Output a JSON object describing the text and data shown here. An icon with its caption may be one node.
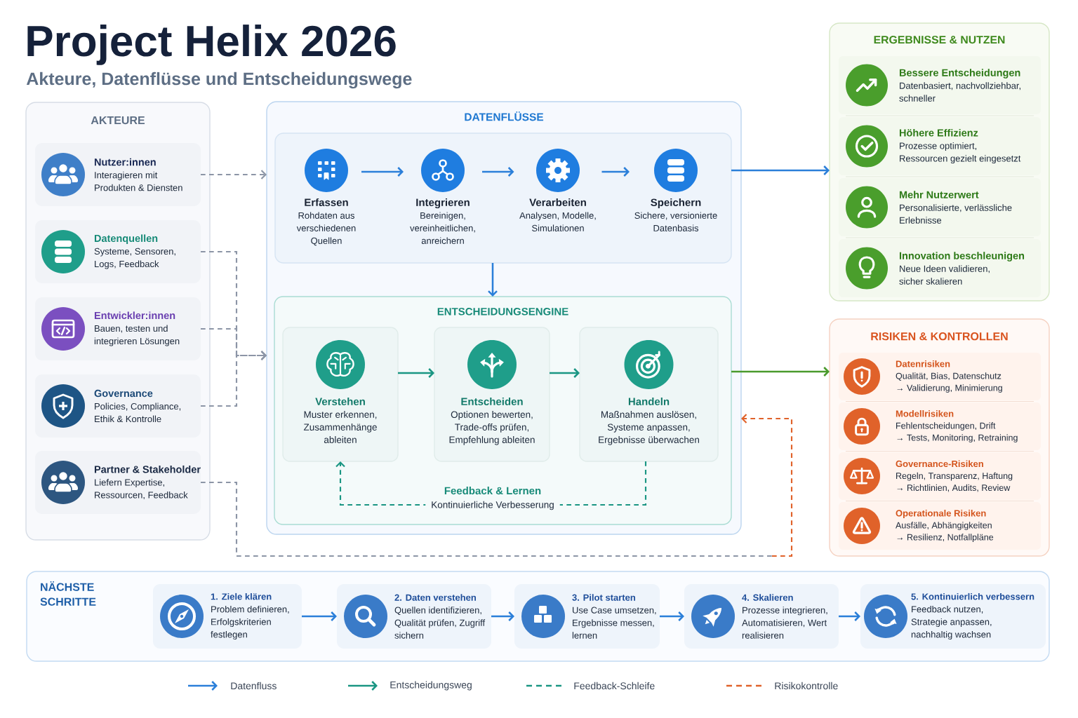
{
  "diagram": {
    "title": "Project Helix 2026",
    "nodes": [
      {
        "text": [
          "AKTEURE"
        ]
      },
      {
        "text": [
          "Nutzer:innen",
          "Interagieren mit Produkten & Diensten"
        ],
        "in": 0
      },
      {
        "text": [
          "Datenquellen",
          "Systeme, Sensoren, Logs, Feedback"
        ],
        "in": 0
      },
      {
        "text": [
          "Entwickler:innen",
          "Bauen, testen und integrieren Lösungen"
        ],
        "in": 0
      },
      {
        "text": [
          "Governance",
          "Policies, Compliance, Ethik & Kontrolle"
        ],
        "in": 0
      },
      {
        "text": [
          "Partner & Stakeholder",
          "Liefern Expertise, Ressourcen, Feedback"
        ],
        "in": 0
      },
      {
        "text": [
          "DATENFLÜSSE"
        ]
      },
      {
        "text": [],
        "shape": "box",
        "in": 6
      },
      {
        "text": [
          "Erfassen",
          "Rohdaten aus verschiedenen Quellen"
        ],
        "in": 7
      },
      {
        "text": [
          "Integrieren",
          "Bereinigen, vereinheitlichen, anreichern"
        ],
        "in": 7
      },
      {
        "text": [
          "Verarbeiten",
          "Analysen, Modelle, Simulationen"
        ],
        "in": 7
      },
      {
        "text": [
          "Speichern",
          "Sichere, versionierte Datenbasis"
        ],
        "in": 7
      },
      {
        "text": [
          "ENTSCHEIDUNGSENGINE"
        ],
        "in": 6
      },
      {
        "text": [
          "Verstehen",
          "Muster erkennen, Zusammenhänge ableiten"
        ],
        "in": 12
      },
      {
        "text": [
          "Entscheiden",
          "Optionen bewerten, Trade-offs prüfen, Empfehlung ableiten"
        ],
        "in": 12
      },
      {
        "text": [
          "Handeln",
          "Maßnahmen auslösen, Systeme anpassen, Ergebnisse überwachen"
        ],
        "in": 12
      },
      {
        "text": [
          "ERGEBNISSE & NUTZEN"
        ]
      },
      {
        "text": [
          "Bessere Entscheidungen",
          "Datenbasiert, nachvollziehbar, schneller"
        ],
        "in": 16
      },
      {
        "text": [
          "Höhere Effizienz",
          "Prozesse optimiert, Ressourcen gezielt eingesetzt"
        ],
        "in": 16
      },
      {
        "text": [
          "Mehr Nutzerwert",
          "Personalisierte, verlässliche Erlebnisse"
        ],
        "in": 16
      },
      {
        "text": [
          "Innovation beschleunigen",
          "Neue Ideen validieren, sicher skalieren"
        ],
        "in": 16
      },
      {
        "text": [
          "RISIKEN & KONTROLLEN"
        ]
      },
      {
        "text": [
          "Datenrisiken",
          "Qualität, Bias, Datenschutz",
          "→ Validierung, Minimierung"
        ],
        "in": 21
      },
      {
        "text": [
          "Modellrisiken",
          "Fehlentscheidungen, Drift",
          "→ Tests, Monitoring, Retraining"
        ],
        "in": 21
      },
      {
        "text": [
          "Governance-Risiken",
          "Regeln, Transparenz, Haftung",
          "→ Richtlinien, Audits, Review"
        ],
        "in": 21
      },
      {
        "text": [
          "Operationale Risiken",
          "Ausfälle, Abhängigkeiten",
          "→ Resilienz, Notfallpläne"
        ],
        "in": 21
      },
      {
        "text": [
          "NÄCHSTE SCHRITTE"
        ]
      },
      {
        "text": [
          "1. Ziele klären",
          "Problem definieren, Erfolgskriterien festlegen"
        ],
        "in": 26
      },
      {
        "text": [
          "2. Daten verstehen",
          "Quellen identifizieren, Qualität prüfen, Zugriff sichern"
        ],
        "in": 26
      },
      {
        "text": [
          "3. Pilot starten",
          "Use Case umsetzen, Ergebnisse messen, lernen"
        ],
        "in": 26
      },
      {
        "text": [
          "4. Skalieren",
          "Prozesse integrieren, Automatisieren, Wert realisieren"
        ],
        "in": 26
      },
      {
        "text": [
          "5. Kontinuierlich verbessern",
          "Feedback nutzen, Strategie anpassen, nachhaltig wachsen"
        ],
        "in": 26
      }
    ],
    "edges": [
      {
        "from": 1,
        "to": 6,
        "arrow": "to",
        "style": "dashed",
        "color": "#8c95a6"
      },
      {
        "from": 2,
        "to": 6,
        "arrow": "to",
        "style": "dashed",
        "color": "#8c95a6"
      },
      {
        "from": 3,
        "to": 6,
        "arrow": "to",
        "style": "dashed",
        "color": "#8c95a6"
      },
      {
        "from": 4,
        "to": 6,
        "arrow": "to",
        "style": "dashed",
        "color": "#8c95a6"
      },
      {
        "from": 5,
        "to": 6,
        "arrow": "to",
        "style": "dashed",
        "color": "#8c95a6"
      },
      {
        "from": 8,
        "to": 9,
        "arrow": "to"
      },
      {
        "from": 9,
        "to": 10,
        "arrow": "to"
      },
      {
        "from": 10,
        "to": 11,
        "arrow": "to"
      },
      {
        "from": 7,
        "to": 16,
        "arrow": "to"
      },
      {
        "from": 7,
        "to": 12,
        "arrow": "to"
      },
      {
        "from": 13,
        "to": 14,
        "arrow": "to",
        "color": "#1a9683"
      },
      {
        "from": 14,
        "to": 15,
        "arrow": "to",
        "color": "#1a9683"
      },
      {
        "from": 15,
        "to": 13,
        "arrow": "to",
        "label": "Kontinuierliche Verbesserung",
        "style": "dashed",
        "color": "#1a9683"
      },
      {
        "from": 12,
        "to": 21,
        "arrow": "to",
        "color": "#4a9a2c"
      },
      {
        "from": 27,
        "to": 28,
        "arrow": "to"
      },
      {
        "from": 28,
        "to": 29,
        "arrow": "to"
      },
      {
        "from": 29,
        "to": 30,
        "arrow": "to"
      },
      {
        "from": 30,
        "to": 31,
        "arrow": "to"
      }
    ],
    "labels": [
      "Akteure, Datenflüsse und Entscheidungswege",
      "Feedback & Lernen"
    ],
    "legend": [
      {
        "text": "Datenfluss"
      },
      {
        "text": "Entscheidungsweg"
      },
      {
        "text": "Feedback-Schleife"
      },
      {
        "text": "Risikokontrolle"
      }
    ]
  }
}
